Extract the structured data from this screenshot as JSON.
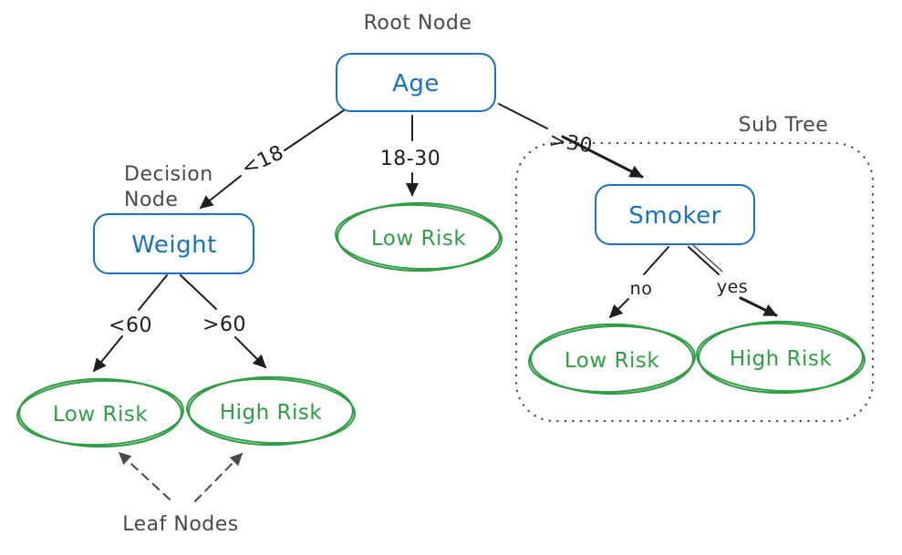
{
  "annotations": {
    "root_node": "Root Node",
    "decision_node": [
      "Decision",
      "Node"
    ],
    "sub_tree": "Sub Tree",
    "leaf_nodes": "Leaf Nodes"
  },
  "nodes": {
    "age": {
      "label": "Age",
      "type": "root decision node"
    },
    "weight": {
      "label": "Weight",
      "type": "decision node"
    },
    "smoker": {
      "label": "Smoker",
      "type": "decision node (sub tree)"
    },
    "mid_low_risk": {
      "label": "Low Risk",
      "type": "leaf"
    },
    "left_low_risk": {
      "label": "Low Risk",
      "type": "leaf"
    },
    "left_high_risk": {
      "label": "High Risk",
      "type": "leaf"
    },
    "sub_low_risk": {
      "label": "Low Risk",
      "type": "leaf"
    },
    "sub_high_risk": {
      "label": "High Risk",
      "type": "leaf"
    }
  },
  "edges": {
    "age_to_weight": {
      "label": "<18"
    },
    "age_to_mid_low_risk": {
      "label": "18-30"
    },
    "age_to_smoker": {
      "label": ">30"
    },
    "weight_to_low_risk": {
      "label": "<60"
    },
    "weight_to_high_risk": {
      "label": ">60"
    },
    "smoker_to_low_risk": {
      "label": "no"
    },
    "smoker_to_high_risk": {
      "label": "yes"
    }
  },
  "colors": {
    "decision_node": "#1971c2",
    "leaf_node": "#2f9e44",
    "edge": "#1e1e1e",
    "annotation": "#4a4a4a",
    "background": "#ffffff"
  }
}
